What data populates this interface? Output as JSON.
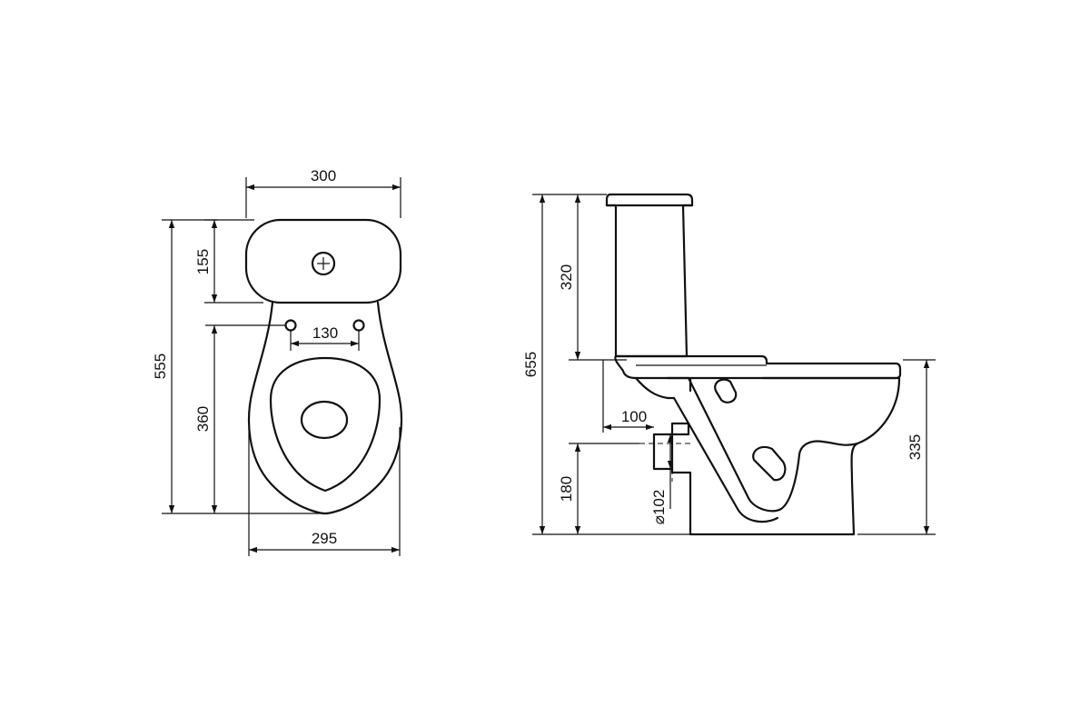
{
  "top_view": {
    "dim_tank_width": "300",
    "dim_tank_depth": "155",
    "dim_bolt_spacing": "130",
    "dim_overall_length": "555",
    "dim_bowl_length": "360",
    "dim_bowl_width": "295"
  },
  "side_view": {
    "dim_overall_height": "655",
    "dim_tank_height": "320",
    "dim_outlet_offset": "100",
    "dim_outlet_height": "180",
    "dim_outlet_diameter": "⌀102",
    "dim_bowl_height": "335"
  }
}
